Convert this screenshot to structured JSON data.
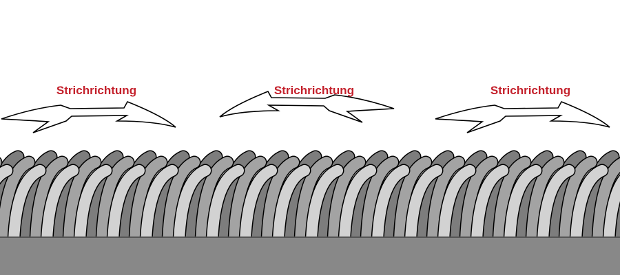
{
  "labels": [
    "Strichrichtung",
    "Strichrichtung",
    "Strichrichtung"
  ],
  "colors": {
    "label": "#c4202b",
    "fiber_back": "#7d7d7d",
    "fiber_mid": "#a3a3a3",
    "fiber_front": "#d2d2d2",
    "base": "#888888"
  }
}
